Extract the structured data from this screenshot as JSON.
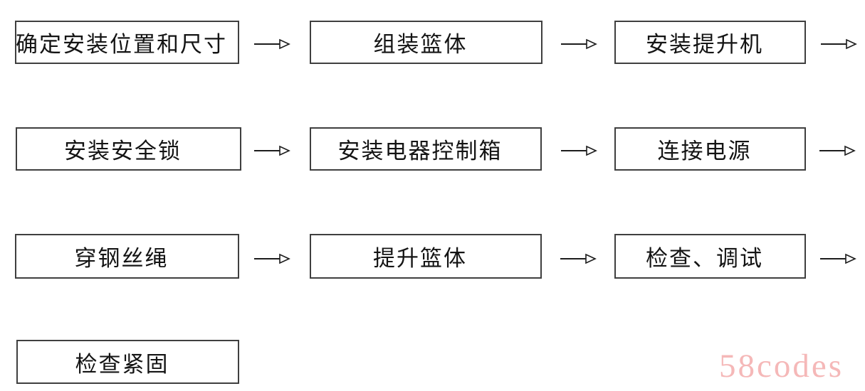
{
  "flowchart": {
    "nodes": [
      {
        "label": "确定安装位置和尺寸"
      },
      {
        "label": "组装篮体"
      },
      {
        "label": "安装提升机"
      },
      {
        "label": "安装安全锁"
      },
      {
        "label": "安装电器控制箱"
      },
      {
        "label": "连接电源"
      },
      {
        "label": "穿钢丝绳"
      },
      {
        "label": "提升篮体"
      },
      {
        "label": "检查、调试"
      },
      {
        "label": "检查紧固"
      }
    ],
    "arrow_count": 9
  },
  "watermark": {
    "text": "58codes",
    "color": "#f5b8b8"
  },
  "colors": {
    "background": "#ffffff",
    "box_border": "#3f3f3f",
    "text": "#141414",
    "arrow": "#1c1c1c"
  }
}
